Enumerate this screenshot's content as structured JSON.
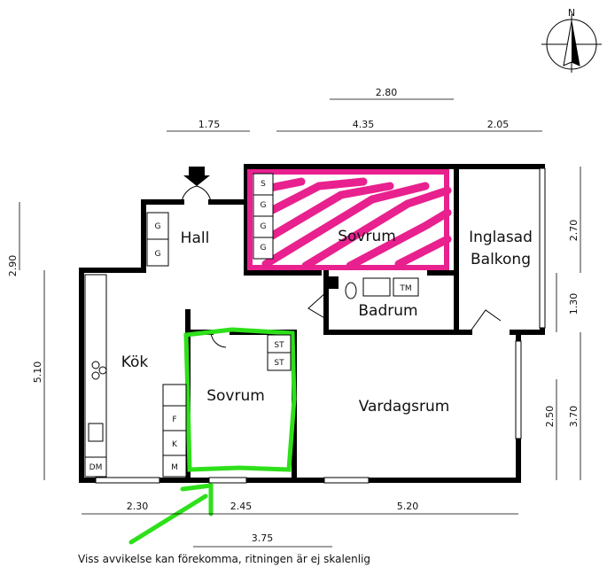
{
  "rooms": {
    "hall": "Hall",
    "sovrum_top": "Sovrum",
    "inglasad": "Inglasad",
    "balkong": "Balkong",
    "kok": "Kök",
    "badrum": "Badrum",
    "sovrum_mid": "Sovrum",
    "vardagsrum": "Vardagsrum"
  },
  "dimensions": {
    "top_2_80": "2.80",
    "top_1_75": "1.75",
    "top_4_35": "4.35",
    "top_2_05": "2.05",
    "left_2_90": "2.90",
    "left_5_10": "5.10",
    "right_2_70": "2.70",
    "right_1_30": "1.30",
    "right_3_70": "3.70",
    "right_2_50": "2.50",
    "bottom_2_30": "2.30",
    "bottom_2_45": "2.45",
    "bottom_5_20": "5.20",
    "bottom_3_75": "3.75"
  },
  "tags": {
    "g": "G",
    "s": "S",
    "st": "ST",
    "tm": "TM",
    "f": "F",
    "k": "K",
    "m": "M",
    "dm": "DM"
  },
  "compass_label": "N",
  "footer_note": "Viss avvikelse kan förekomma, ritningen är ej skalenlig",
  "colors": {
    "highlight_pink": "#e8218f",
    "highlight_green": "#2ee01a"
  }
}
